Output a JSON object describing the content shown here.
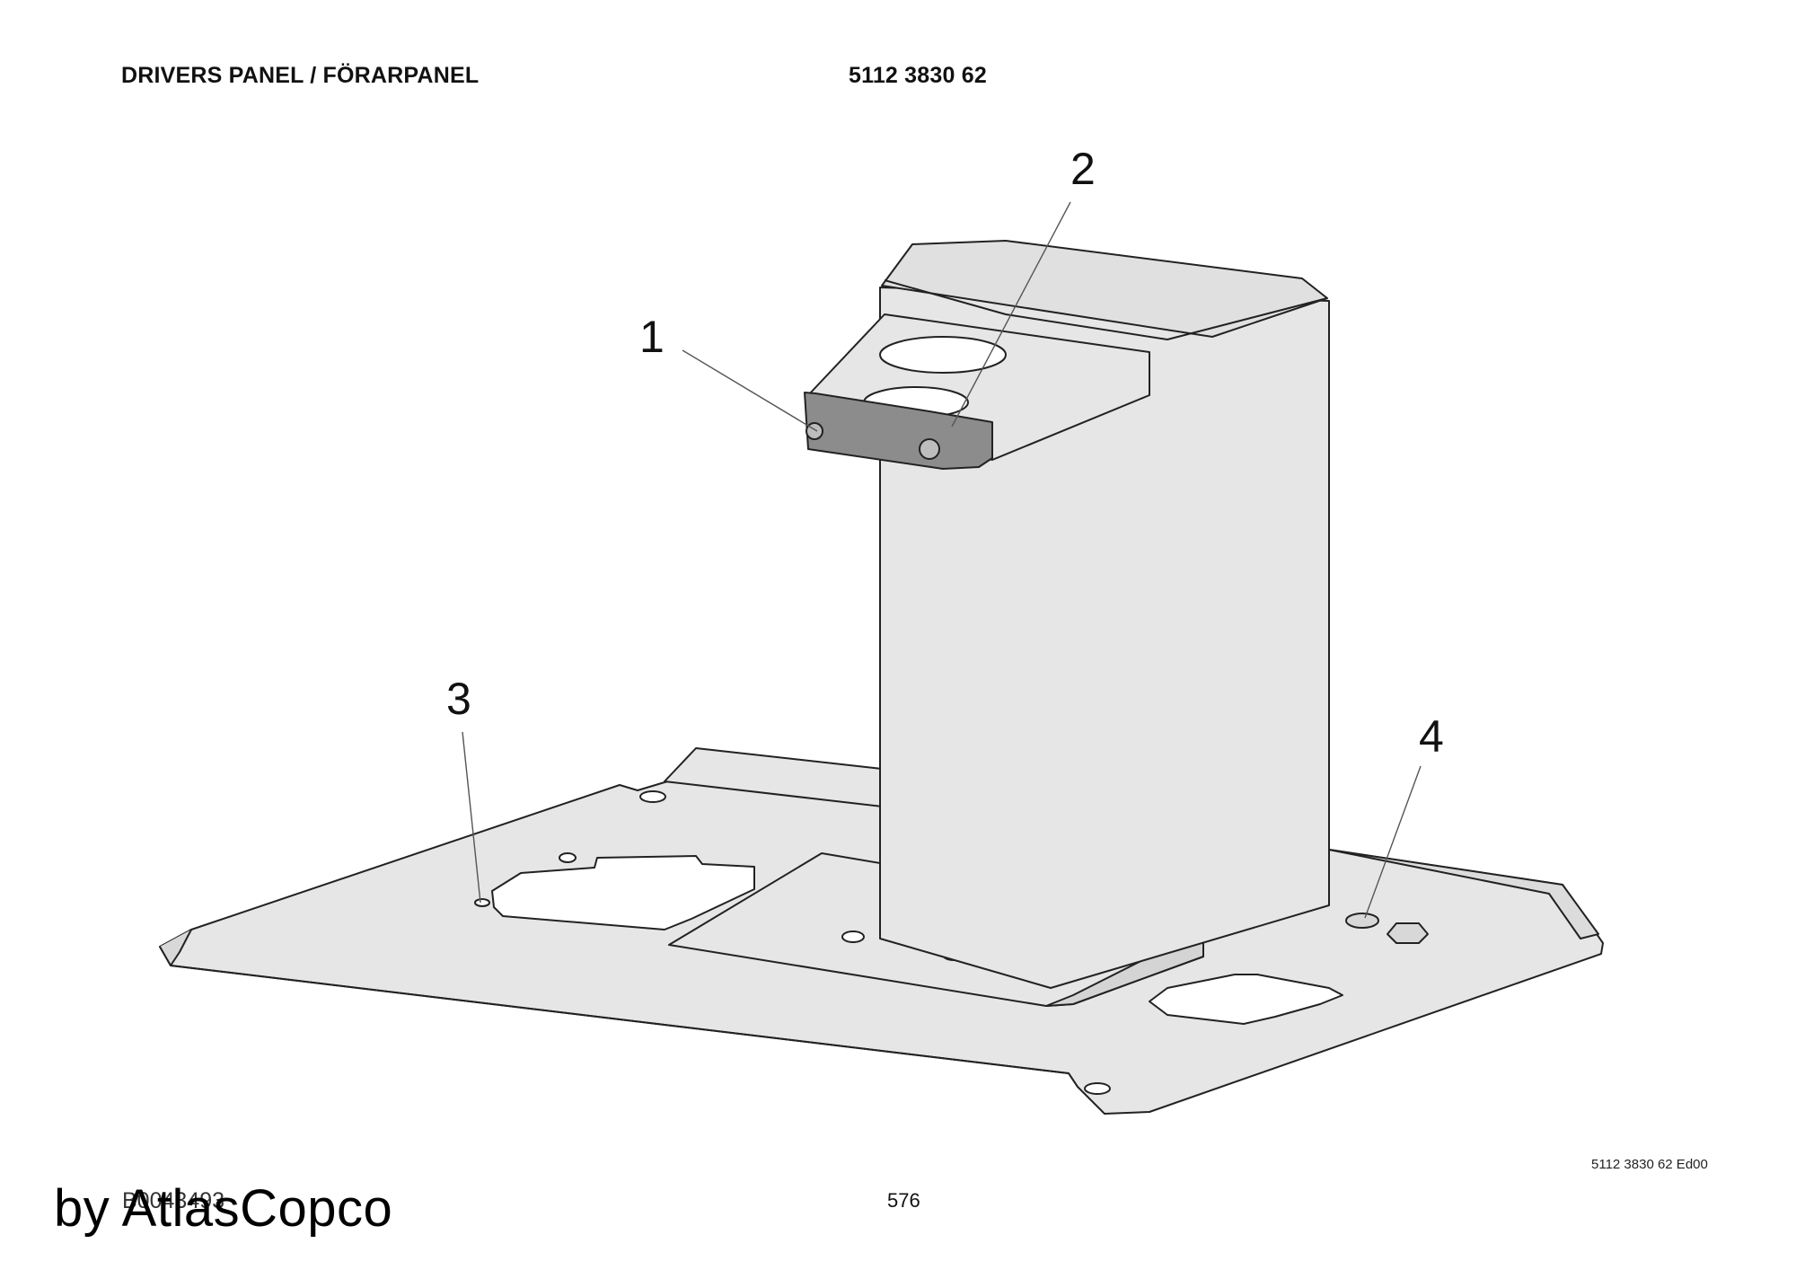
{
  "header": {
    "title": "DRIVERS PANEL / FÖRARPANEL",
    "part_number": "5112 3830 62"
  },
  "callouts": [
    "1",
    "2",
    "3",
    "4"
  ],
  "footer": {
    "edition": "5112 3830 62 Ed00",
    "drawing_number": "B0043493",
    "page_number": "576",
    "watermark": "by AtlasCopco"
  },
  "colors": {
    "part_fill": "#e6e6e6",
    "highlight_part": "#8c8c8c",
    "line": "#222222"
  }
}
